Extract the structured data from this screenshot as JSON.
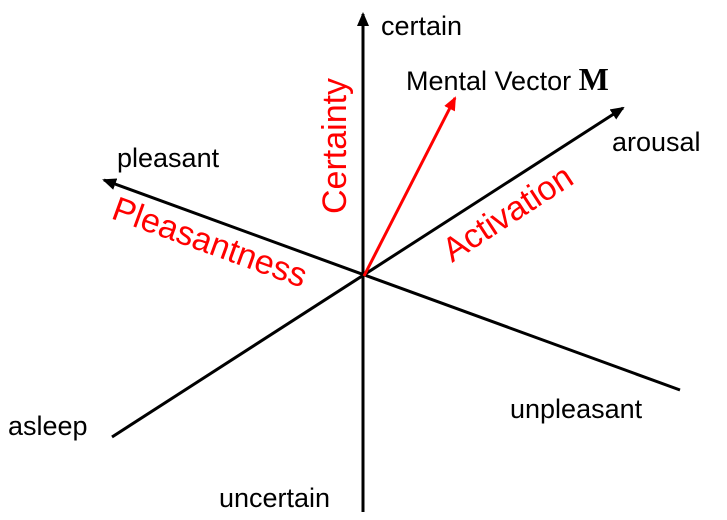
{
  "diagram": {
    "labels": {
      "certain": "certain",
      "uncertain": "uncertain",
      "pleasant": "pleasant",
      "unpleasant": "unpleasant",
      "arousal": "arousal",
      "asleep": "asleep"
    },
    "axis_names": {
      "certainty": "Certainty",
      "pleasantness": "Pleasantness",
      "activation": "Activation"
    },
    "vector": {
      "label": "Mental Vector ",
      "symbol": "M"
    },
    "colors": {
      "axis": "#000000",
      "highlight": "#ff0000"
    }
  }
}
